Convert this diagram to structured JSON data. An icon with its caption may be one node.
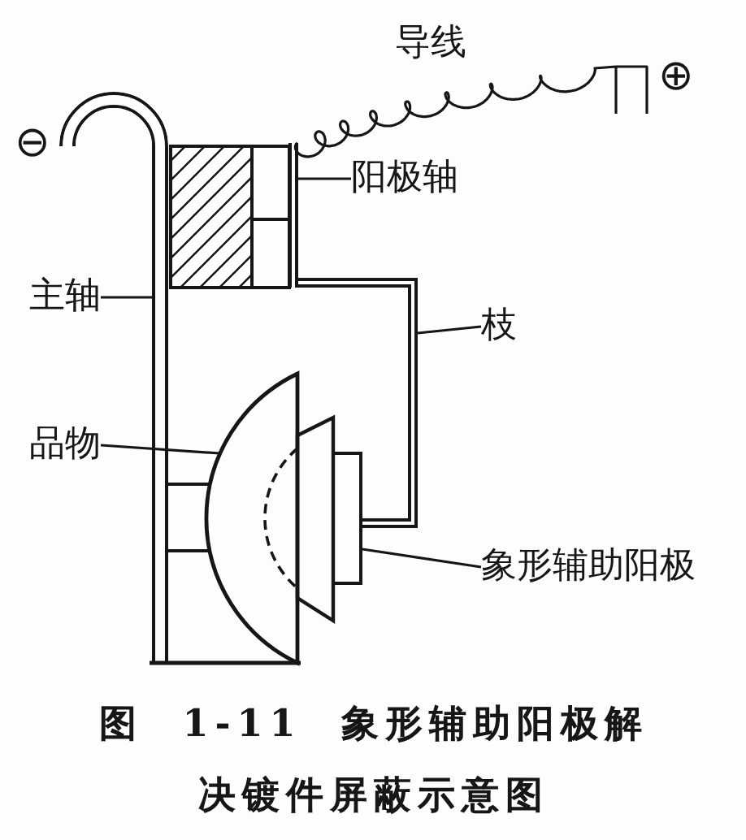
{
  "diagram": {
    "caption": "图 1-11 象形辅助阳极解决镀件屏蔽示意图",
    "nodes": [
      {
        "text": [
          "阳极轴"
        ]
      },
      {
        "text": [],
        "shape": "bar"
      },
      {
        "text": [
          "主轴"
        ]
      },
      {
        "text": [],
        "shape": "bar",
        "beside": [
          "⊖"
        ]
      },
      {
        "text": [
          "枝"
        ]
      },
      {
        "text": [],
        "shape": "bar"
      },
      {
        "text": [
          "品物"
        ]
      },
      {
        "text": [],
        "shape": "dome"
      },
      {
        "text": [
          "象形辅助阳极"
        ]
      },
      {
        "text": [],
        "shape": "trapezoid"
      }
    ],
    "edges": [
      {
        "from": 0,
        "to": 1,
        "arrow": "none"
      },
      {
        "from": 2,
        "to": 3,
        "arrow": "none"
      },
      {
        "from": 4,
        "to": 5,
        "arrow": "none"
      },
      {
        "from": 6,
        "to": 7,
        "arrow": "none"
      },
      {
        "from": 8,
        "to": 9,
        "arrow": "none"
      }
    ],
    "labels": [
      "导线",
      "⊕"
    ]
  }
}
